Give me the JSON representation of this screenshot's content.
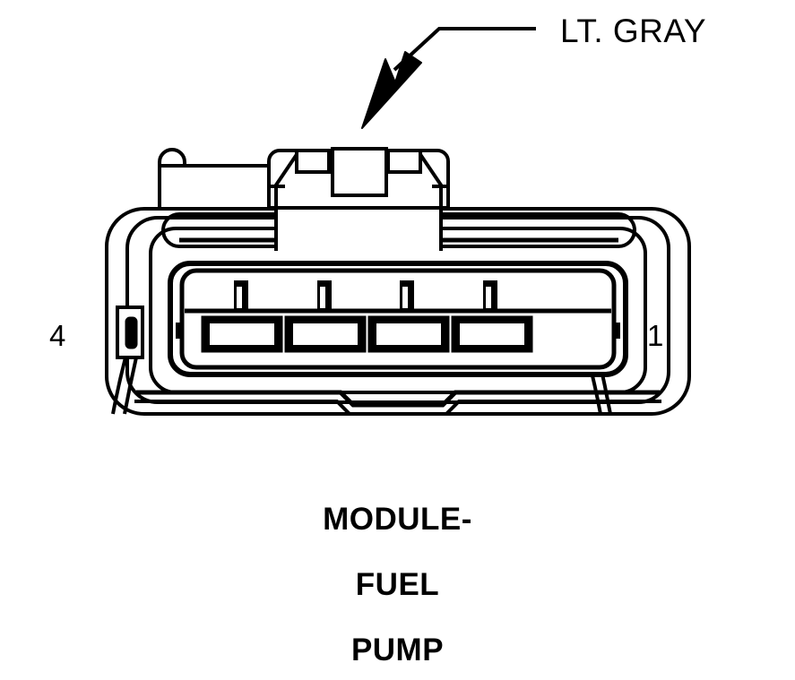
{
  "diagram": {
    "kind": "automotive-connector-face-view",
    "callout": {
      "label": "LT. GRAY",
      "leader": "leader-line-with-arrowhead",
      "arrow_icon": "arrowhead-icon"
    },
    "pins": {
      "left_label": "4",
      "right_label": "1",
      "cavity_count": 4
    },
    "caption": {
      "lines": [
        "MODULE-",
        "FUEL",
        "PUMP"
      ]
    },
    "colors": {
      "stroke": "#000000",
      "fill": "#ffffff",
      "background": "#ffffff"
    }
  }
}
